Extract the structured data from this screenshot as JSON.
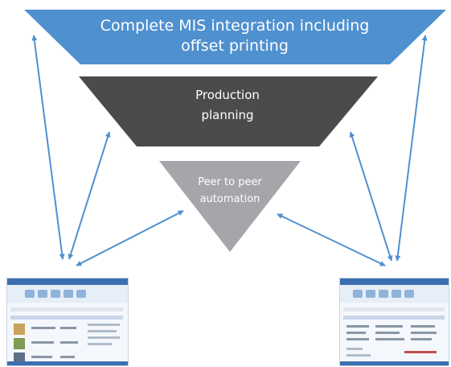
{
  "tiers": {
    "top": {
      "line1": "Complete MIS integration including",
      "line2": "offset printing",
      "color": "#4f90cf"
    },
    "middle": {
      "line1": "Production",
      "line2": "planning",
      "color": "#4b4b4d"
    },
    "bottom": {
      "line1": "Peer to peer",
      "line2": "automation",
      "color": "#a5a6a9"
    }
  },
  "arrow_color": "#4f90cf",
  "screenshots": [
    {
      "name": "left-software-screenshot"
    },
    {
      "name": "right-software-screenshot"
    }
  ]
}
